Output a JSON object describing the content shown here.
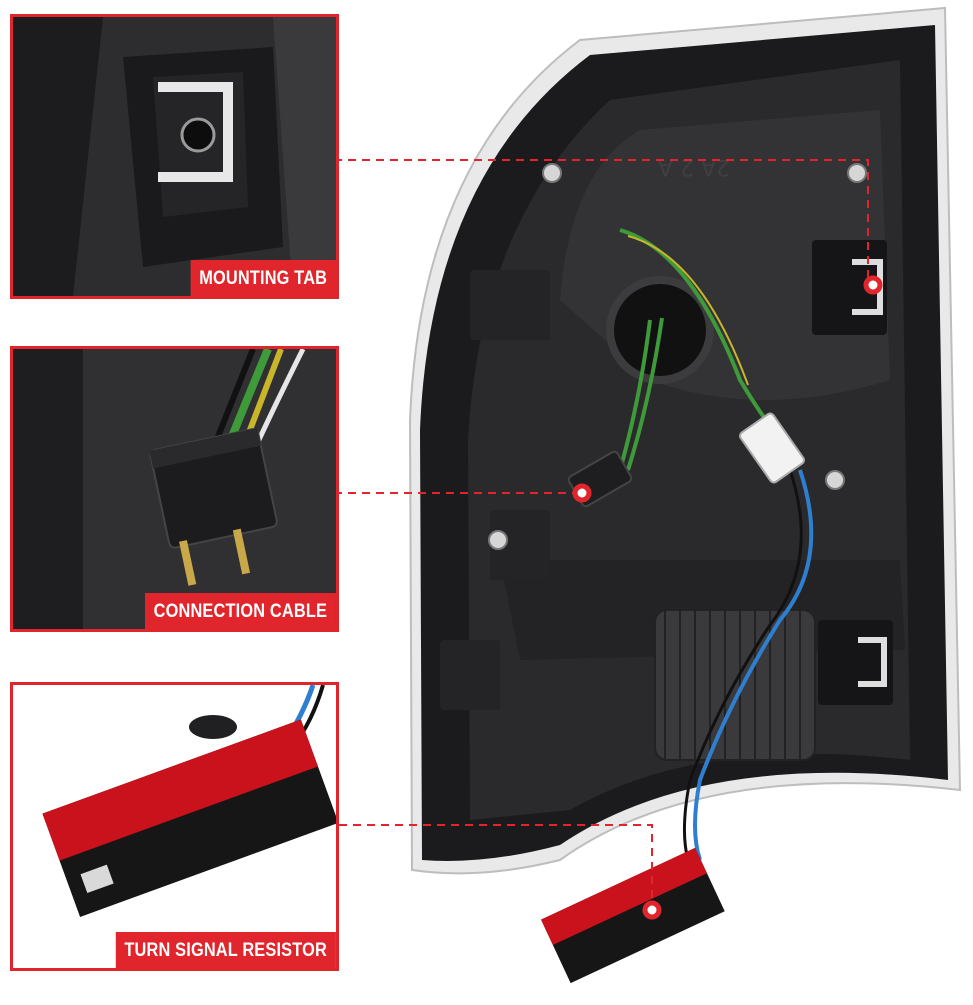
{
  "insets": [
    {
      "id": "mounting-tab",
      "label": "MOUNTING TAB"
    },
    {
      "id": "connection-cable",
      "label": "CONNECTION CABLE"
    },
    {
      "id": "turn-signal-resistor",
      "label": "TURN SIGNAL RESISTOR"
    }
  ],
  "colors": {
    "accent": "#e0262c",
    "housing": "#1b1b1d",
    "wire_green": "#3f9a3a",
    "wire_blue": "#2f7fd0",
    "resistor_face": "#c9121c"
  }
}
